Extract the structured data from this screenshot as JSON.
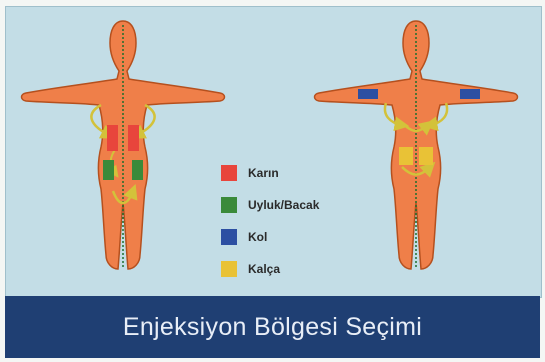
{
  "colors": {
    "panel_background": "#c3dde6",
    "body_fill": "#ef7f49",
    "body_outline": "#b5501e",
    "arrow": "#d3c23a",
    "banner": "#1f3f73"
  },
  "figures": [
    {
      "view": "front",
      "zones": [
        "Karın",
        "Uyluk/Bacak"
      ]
    },
    {
      "view": "back",
      "zones": [
        "Kol",
        "Kalça"
      ]
    }
  ],
  "legend": [
    {
      "label": "Karın",
      "color": "#e8453c"
    },
    {
      "label": "Uyluk/Bacak",
      "color": "#3a8a3a"
    },
    {
      "label": "Kol",
      "color": "#2c4fa2"
    },
    {
      "label": "Kalça",
      "color": "#e9c236"
    }
  ],
  "banner": {
    "title": "Enjeksiyon Bölgesi Seçimi"
  }
}
